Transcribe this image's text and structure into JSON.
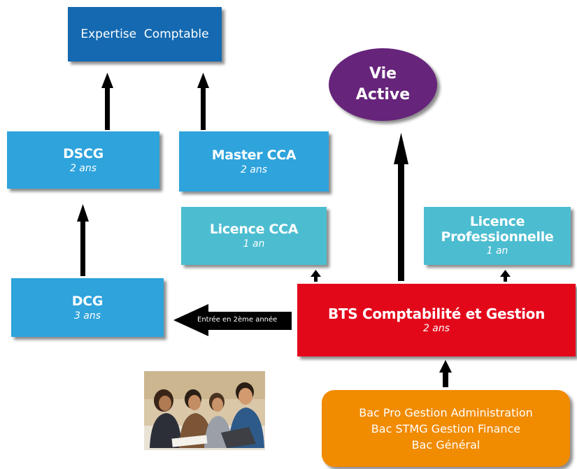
{
  "nodes": {
    "expertise": {
      "title": "Expertise  Comptable"
    },
    "vie_active": {
      "line1": "Vie",
      "line2": "Active"
    },
    "dscg": {
      "title": "DSCG",
      "sub": "2 ans"
    },
    "master_cca": {
      "title": "Master CCA",
      "sub": "2 ans"
    },
    "licence_cca": {
      "title": "Licence CCA",
      "sub": "1 an"
    },
    "licence_pro": {
      "line1": "Licence",
      "line2": "Professionnelle",
      "sub": "1 an"
    },
    "dcg": {
      "title": "DCG",
      "sub": "3 ans"
    },
    "bts": {
      "title": "BTS Comptabilité et Gestion",
      "sub": "2 ans"
    },
    "bac": {
      "line1": "Bac Pro Gestion Administration",
      "line2": "Bac STMG Gestion Finance",
      "line3": "Bac Général"
    }
  },
  "edges": {
    "bts_to_dcg_label": "Entrée en 2ème année"
  },
  "colors": {
    "dark_blue": "#1469b0",
    "blue": "#2ea3dc",
    "teal": "#4cbdd0",
    "red": "#e3071a",
    "orange": "#f18b00",
    "purple": "#66247b",
    "arrow": "#000000"
  }
}
